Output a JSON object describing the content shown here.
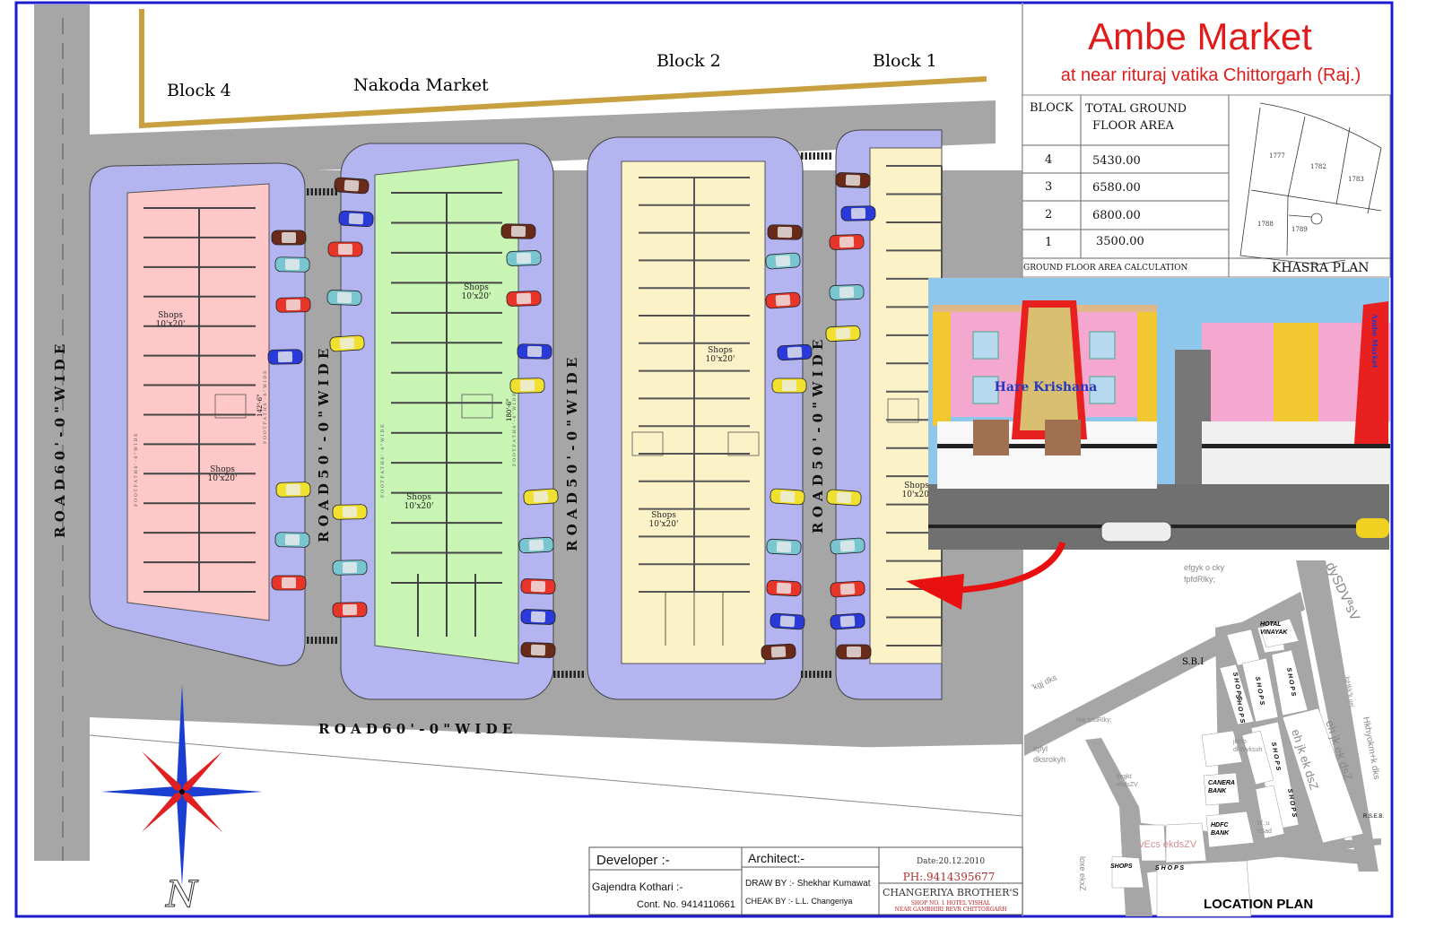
{
  "title": {
    "main": "Ambe Market",
    "subtitle": "at near rituraj vatika Chittorgarh (Raj.)"
  },
  "site_labels": {
    "block4": "Block 4",
    "nakoda": "Nakoda Market",
    "block2": "Block 2",
    "block1": "Block 1",
    "road_left": "R O A D   6 0 ' - 0 \"   W I D E",
    "road_bottom": "R O A D   6 0 ' - 0 \"   W I D E",
    "road_a": "R O A D   5 0 ' - 0 \"   W I D E",
    "road_b": "R O A D   5 0 ' - 0 \"   W I D E",
    "road_c": "R O A D   5 0 ' - 0 \"   W I D E",
    "footpath": "F O O T   P A T H   6 ' - 6 \"   W I D E",
    "shops": "Shops",
    "shop_size": "10'x20'",
    "dim_142": "142'-6\"",
    "dim_180": "180'-6\""
  },
  "area_table": {
    "col_block": "BLOCK",
    "col_area_1": "TOTAL GROUND",
    "col_area_2": "FLOOR AREA",
    "rows": [
      {
        "block": "4",
        "area": "5430.00"
      },
      {
        "block": "3",
        "area": "6580.00"
      },
      {
        "block": "2",
        "area": "6800.00"
      },
      {
        "block": "1",
        "area": "3500.00"
      }
    ],
    "caption": "GROUND FLOOR AREA CALCULATION"
  },
  "khasra": {
    "title": "KHASRA PLAN",
    "plots": [
      "1777",
      "1782",
      "1783",
      "1788",
      "1789"
    ]
  },
  "render": {
    "sign": "Hare Krishana",
    "sign_right": "Ambe Market"
  },
  "location_plan": {
    "title": "LOCATION   PLAN",
    "labels": {
      "sbi": "S.B.I",
      "hotel1": "HOTAL",
      "hotel2": "VINAYAK",
      "canera1": "CANERA",
      "canera2": "BANK",
      "hdfc1": "HDFC",
      "hdfc2": "BANK",
      "shops": "S H O P S",
      "shops_plain": "SHOPS",
      "hindi_1a": "efgyk o cky",
      "hindi_1b": "fpfdRlky;",
      "hindi_2": "dySDVªsV",
      "hindi_3": "'kgj dks",
      "hindi_4": "iqfyl",
      "hindi_4b": "dksrokyh",
      "hindi_5": "i'kq fpfdRlky;",
      "hindi_6a": "fjrqjkt",
      "hindi_6b": "ekdsZV",
      "hindi_7a": "jktho",
      "hindi_7b": "dkWyksuh",
      "hindi_8": "vEcs ekdsZV",
      "hindi_9": "eh jk ek dsZ",
      "hindi_10": "eh jk ek dsZ",
      "hindi_11a": "lqHkk\"k uxj",
      "hindi_11b": "dks",
      "hindi_12": "Hkhyokm+k dks",
      "hindi_13": "loxe ekxZ",
      "hindi_14a": "bf.;u",
      "hindi_14b": "cSad",
      "rseb": "R.S.E.B."
    }
  },
  "title_block": {
    "developer_label": "Developer :-",
    "developer_name": "Gajendra Kothari :-",
    "developer_contact": "Cont. No. 9414110661",
    "architect_label": "Architect:-",
    "draw_by": "DRAW BY :- Shekhar Kumawat",
    "check_by": "CHEAK BY :- L.L. Changeriya",
    "date": "Date:20.12.2010",
    "phone": "PH:.9414395677",
    "firm": "CHANGERIYA  BROTHER'S",
    "address_1": "SHOP NO. 1 HOTEL VISHAL",
    "address_2": "NEAR GAMBHIRI REVR CHITTORGARH"
  },
  "compass": {
    "north": "N"
  },
  "colors": {
    "border": "#1c1ccc",
    "road": "#a6a6a6",
    "lavender": "#b4b4f0",
    "block4": "#ffc8c8",
    "block3": "#c8f5b4",
    "block2": "#fcf2c8",
    "title_red": "#e01b1b",
    "gold": "#c8a040"
  }
}
